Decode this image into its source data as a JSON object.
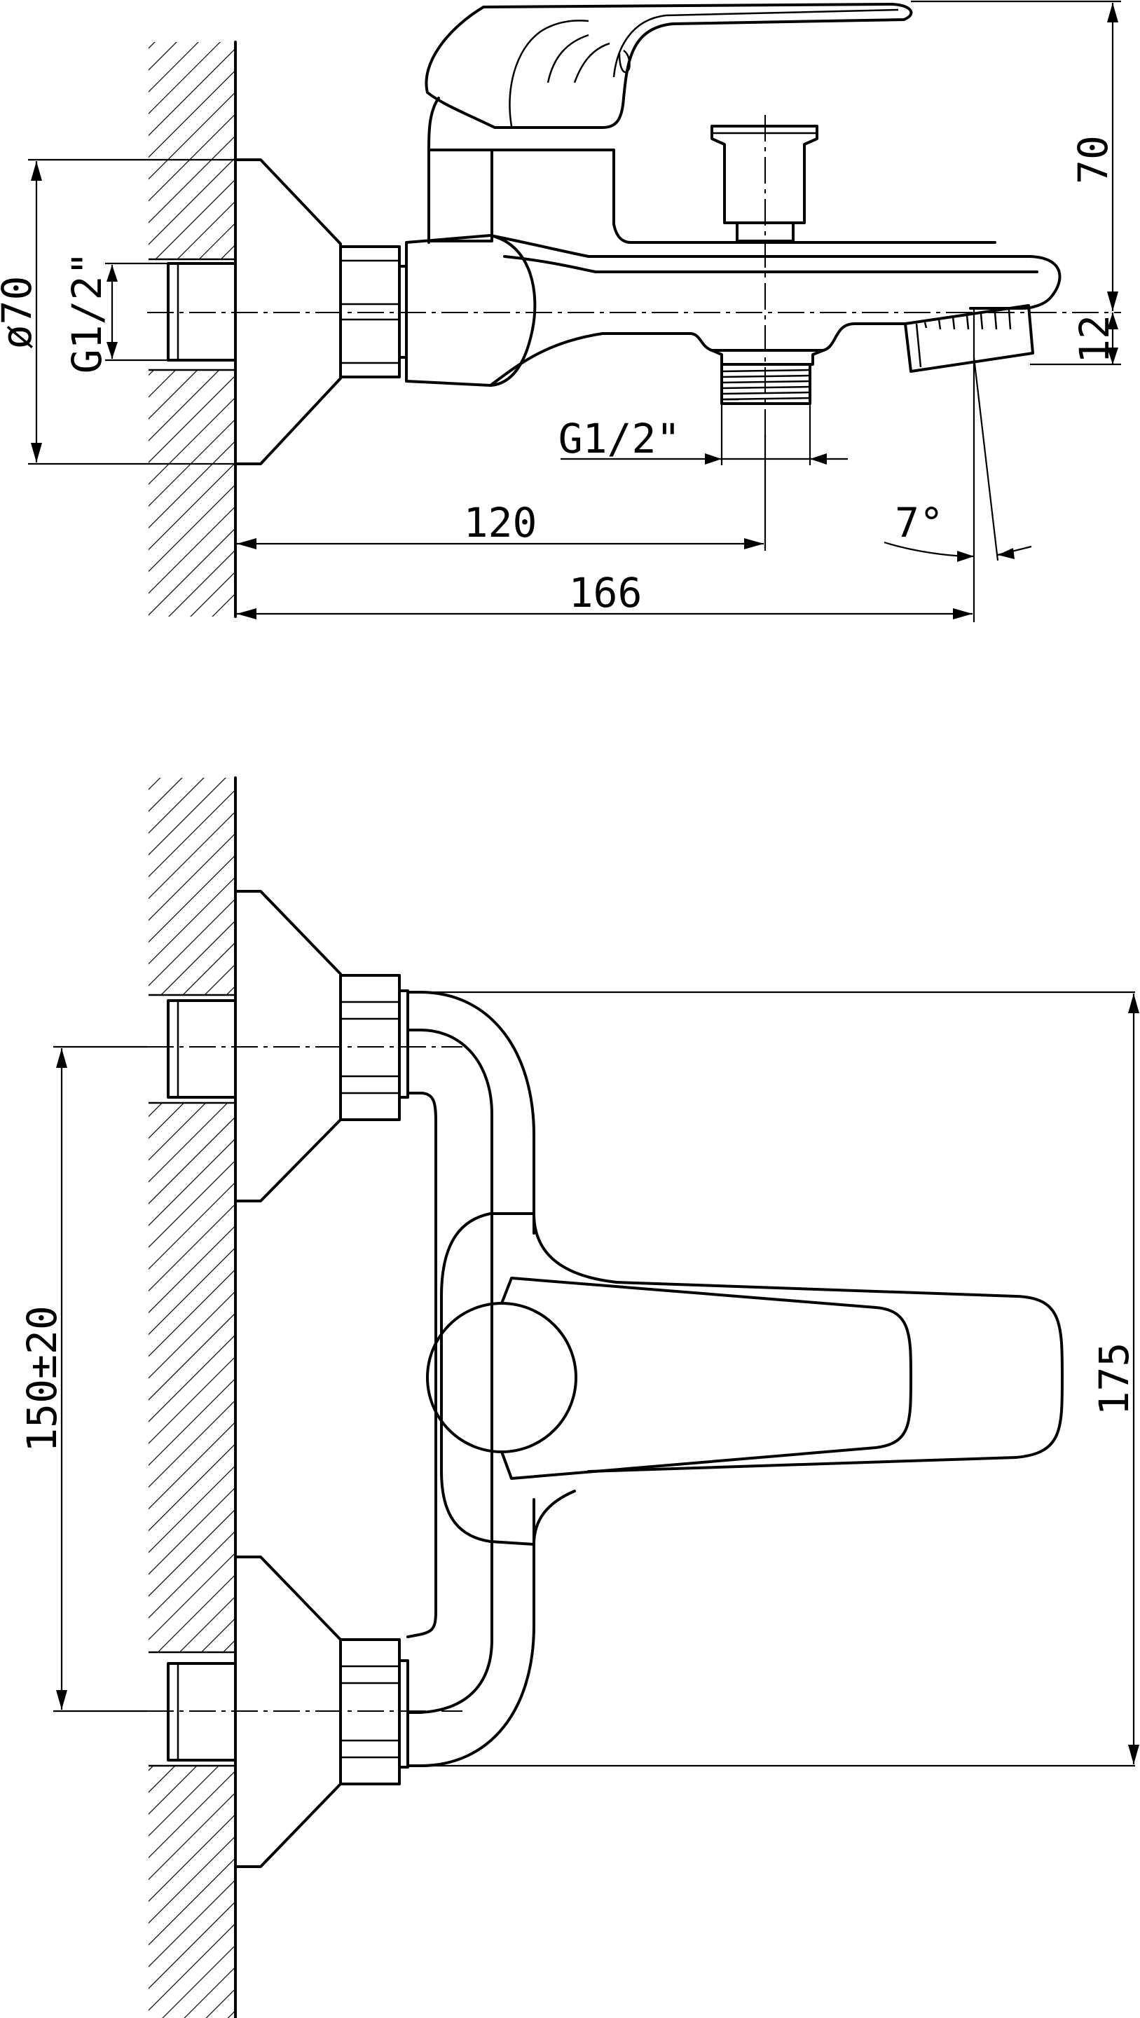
{
  "side_view": {
    "dim_height": "70",
    "dim_spout_offset": "12",
    "dim_flange_diameter": "ø70",
    "dim_inlet_thread": "G1/2\"",
    "dim_outlet_thread": "G1/2\"",
    "dim_depth_outlet": "120",
    "dim_depth_total": "166",
    "dim_angle": "7°"
  },
  "front_view": {
    "dim_centres": "150±20",
    "dim_height": "175"
  }
}
